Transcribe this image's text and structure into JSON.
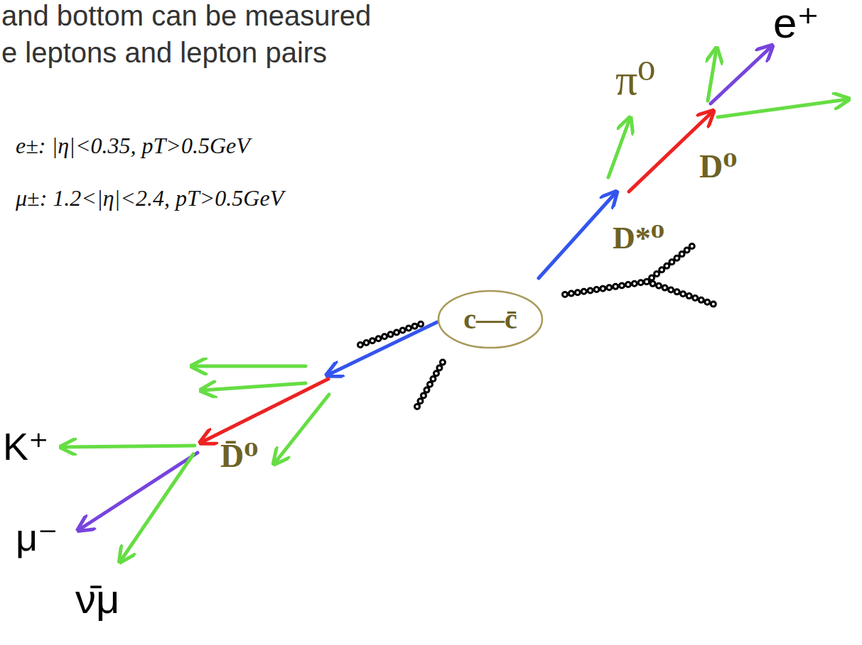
{
  "diagram": {
    "nodes": [
      {
        "text": [
          "c—c̄"
        ]
      }
    ],
    "labels": [
      "and bottom can be measured",
      "e leptons and lepton pairs",
      "e±: |η|<0.35, pT>0.5GeV",
      "μ±: 1.2<|η|<2.4, pT>0.5GeV",
      "π⁰",
      "e⁺",
      "D⁰",
      "D*⁰",
      "K⁺",
      "D̄⁰",
      "μ⁻",
      "ν̄μ"
    ]
  }
}
